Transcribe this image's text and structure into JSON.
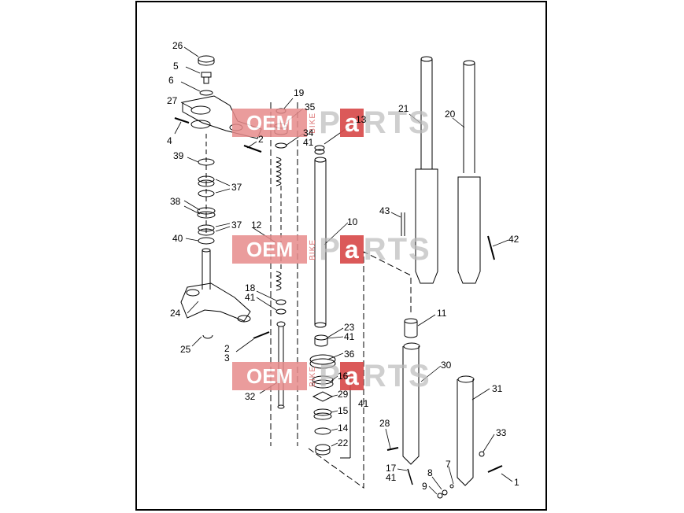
{
  "watermark": {
    "oem": "OEM",
    "bike": "BIKE",
    "p": "P",
    "a": "a",
    "rts": "RTS"
  },
  "labels": [
    {
      "id": "26",
      "text": "26"
    },
    {
      "id": "5",
      "text": "5"
    },
    {
      "id": "6",
      "text": "6"
    },
    {
      "id": "27",
      "text": "27"
    },
    {
      "id": "4",
      "text": "4"
    },
    {
      "id": "2a",
      "text": "2"
    },
    {
      "id": "39",
      "text": "39"
    },
    {
      "id": "37a",
      "text": "37"
    },
    {
      "id": "38",
      "text": "38"
    },
    {
      "id": "37b",
      "text": "37"
    },
    {
      "id": "40",
      "text": "40"
    },
    {
      "id": "24",
      "text": "24"
    },
    {
      "id": "25",
      "text": "25"
    },
    {
      "id": "2b",
      "text": "2"
    },
    {
      "id": "3",
      "text": "3"
    },
    {
      "id": "19",
      "text": "19"
    },
    {
      "id": "35",
      "text": "35"
    },
    {
      "id": "34",
      "text": "34"
    },
    {
      "id": "41a",
      "text": "41"
    },
    {
      "id": "12",
      "text": "12"
    },
    {
      "id": "18",
      "text": "18"
    },
    {
      "id": "41b",
      "text": "41"
    },
    {
      "id": "32",
      "text": "32"
    },
    {
      "id": "13",
      "text": "13"
    },
    {
      "id": "10",
      "text": "10"
    },
    {
      "id": "23",
      "text": "23"
    },
    {
      "id": "41c",
      "text": "41"
    },
    {
      "id": "36",
      "text": "36"
    },
    {
      "id": "16",
      "text": "16"
    },
    {
      "id": "29",
      "text": "29"
    },
    {
      "id": "41d",
      "text": "41"
    },
    {
      "id": "15",
      "text": "15"
    },
    {
      "id": "14",
      "text": "14"
    },
    {
      "id": "22",
      "text": "22"
    },
    {
      "id": "21",
      "text": "21"
    },
    {
      "id": "20",
      "text": "20"
    },
    {
      "id": "43",
      "text": "43"
    },
    {
      "id": "42",
      "text": "42"
    },
    {
      "id": "11",
      "text": "11"
    },
    {
      "id": "30",
      "text": "30"
    },
    {
      "id": "31",
      "text": "31"
    },
    {
      "id": "28",
      "text": "28"
    },
    {
      "id": "33",
      "text": "33"
    },
    {
      "id": "17",
      "text": "17"
    },
    {
      "id": "41e",
      "text": "41"
    },
    {
      "id": "8",
      "text": "8"
    },
    {
      "id": "7",
      "text": "7"
    },
    {
      "id": "9",
      "text": "9"
    },
    {
      "id": "1",
      "text": "1"
    }
  ]
}
